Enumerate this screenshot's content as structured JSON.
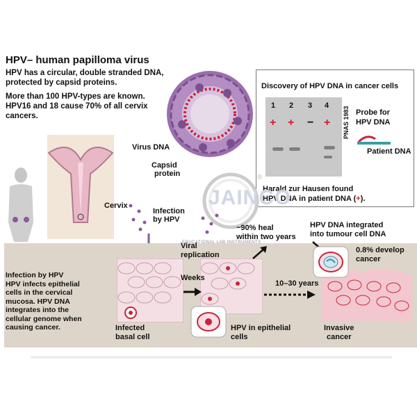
{
  "heading": "HPV– human papilloma virus",
  "intro": {
    "line1": "HPV has a circular, double stranded DNA,",
    "line2": "protected by capsid proteins.",
    "line3": "More than 100 HPV-types are known.",
    "line4": "HPV16 and 18 cause 70% of all cervix",
    "line5": "cancers."
  },
  "virus": {
    "dna_label": "Virus DNA",
    "capsid_label1": "Capsid",
    "capsid_label2": "protein"
  },
  "discovery": {
    "title": "Discovery of HPV DNA in cancer cells",
    "lanes": [
      {
        "number": "1",
        "sign": "+"
      },
      {
        "number": "2",
        "sign": "+"
      },
      {
        "number": "3",
        "sign": "−"
      },
      {
        "number": "4",
        "sign": "+"
      }
    ],
    "probe_label1": "Probe for",
    "probe_label2": "HPV DNA",
    "patient_label": "Patient DNA",
    "citation": "PNAS 1983",
    "caption1": "Harald zur Hausen found",
    "caption2_prefix": "HPV DNA in patient DNA (",
    "caption2_sign": "+",
    "caption2_suffix": ")."
  },
  "watermark": {
    "brand": "JAINCO",
    "registered": "®",
    "tagline": "EDUCATIONAL LAB INSTRUMENTS"
  },
  "cervix_label": "Cervix",
  "infection_label1": "Infection",
  "infection_label2": "by HPV",
  "viral_replication1": "Viral",
  "viral_replication2": "replication",
  "heal1": "~90% heal",
  "heal2": "within two years",
  "integrated1": "HPV DNA integrated",
  "integrated2": "into tumour cell DNA",
  "develop1": "0.8% develop",
  "develop2": "cancer",
  "process": [
    "Infection by HPV",
    "HPV infects epithelial",
    "cells in the cervical",
    "mucosa. HPV DNA",
    "integrates into the",
    "cellular genome when",
    "causing cancer."
  ],
  "weeks_label": "Weeks",
  "years_label": "10–30 years",
  "infected1": "Infected",
  "infected2": "basal cell",
  "hpv_epi1": "HPV in epithelial",
  "hpv_epi2": "cells",
  "invasive1": "Invasive",
  "invasive2": "cancer",
  "colors": {
    "virus": "#8a5a9a",
    "capsid": "#a57eb5",
    "dna_red": "#c8243a",
    "panel": "#ddd5c9",
    "tissue": "#f4e0e4",
    "arrow": "#8a5a9a"
  }
}
